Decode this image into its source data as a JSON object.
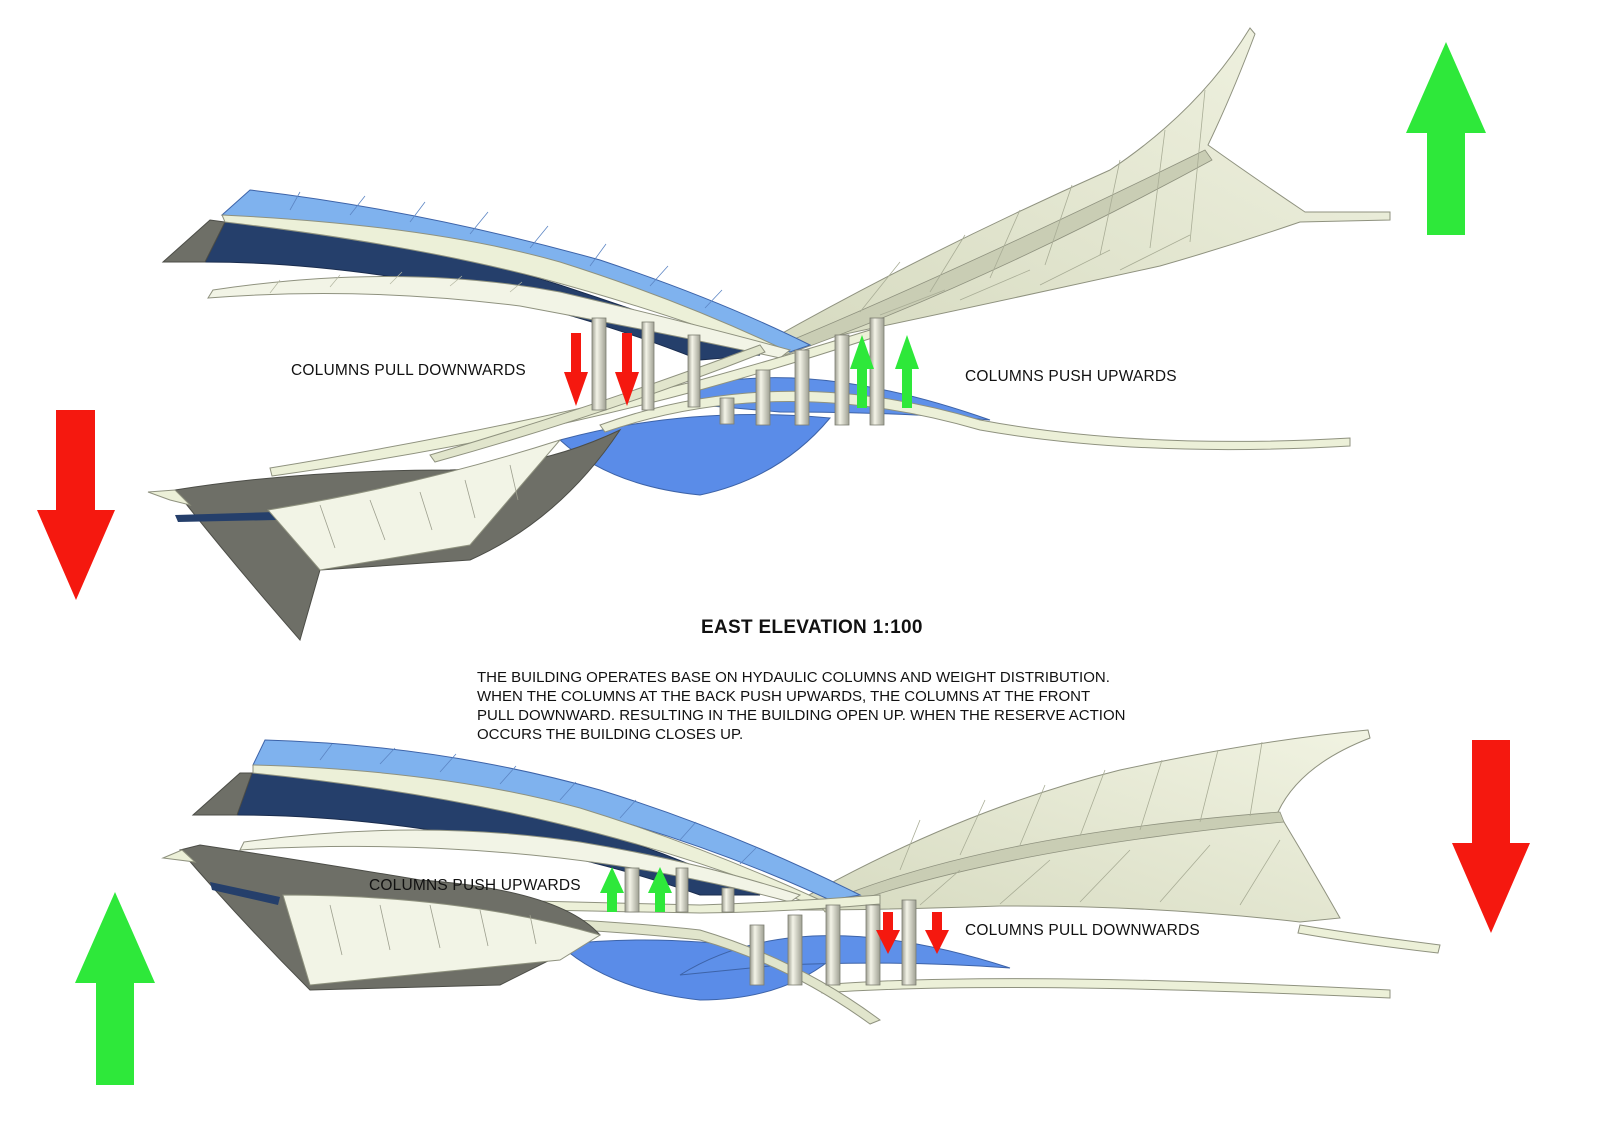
{
  "title": "EAST ELEVATION 1:100",
  "description": [
    "THE BUILDING OPERATES BASE ON HYDAULIC COLUMNS AND WEIGHT DISTRIBUTION.",
    "WHEN THE COLUMNS AT THE BACK PUSH UPWARDS, THE COLUMNS AT THE FRONT",
    "PULL DOWNWARD. RESULTING IN THE BUILDING OPEN UP. WHEN THE RESERVE ACTION",
    "OCCURS THE BUILDING CLOSES UP."
  ],
  "top_elevation": {
    "left_label": "COLUMNS PULL DOWNWARDS",
    "right_label": "COLUMNS PUSH UPWARDS",
    "left_arrow_direction": "down",
    "right_arrow_direction": "up"
  },
  "bottom_elevation": {
    "left_label": "COLUMNS PUSH UPWARDS",
    "right_label": "COLUMNS PULL DOWNWARDS",
    "left_arrow_direction": "up",
    "right_arrow_direction": "down"
  },
  "colors": {
    "push_arrow": "#2ee83a",
    "pull_arrow": "#f5180f",
    "glass_light": "#7fb2ee",
    "glass_blue": "#4f86e6",
    "glass_dark": "#253f6b",
    "shell_cream": "#ecf0d8",
    "shell_shadow": "#c9cdb4",
    "shell_dark": "#6e6f67",
    "column": "#dcdccb"
  }
}
